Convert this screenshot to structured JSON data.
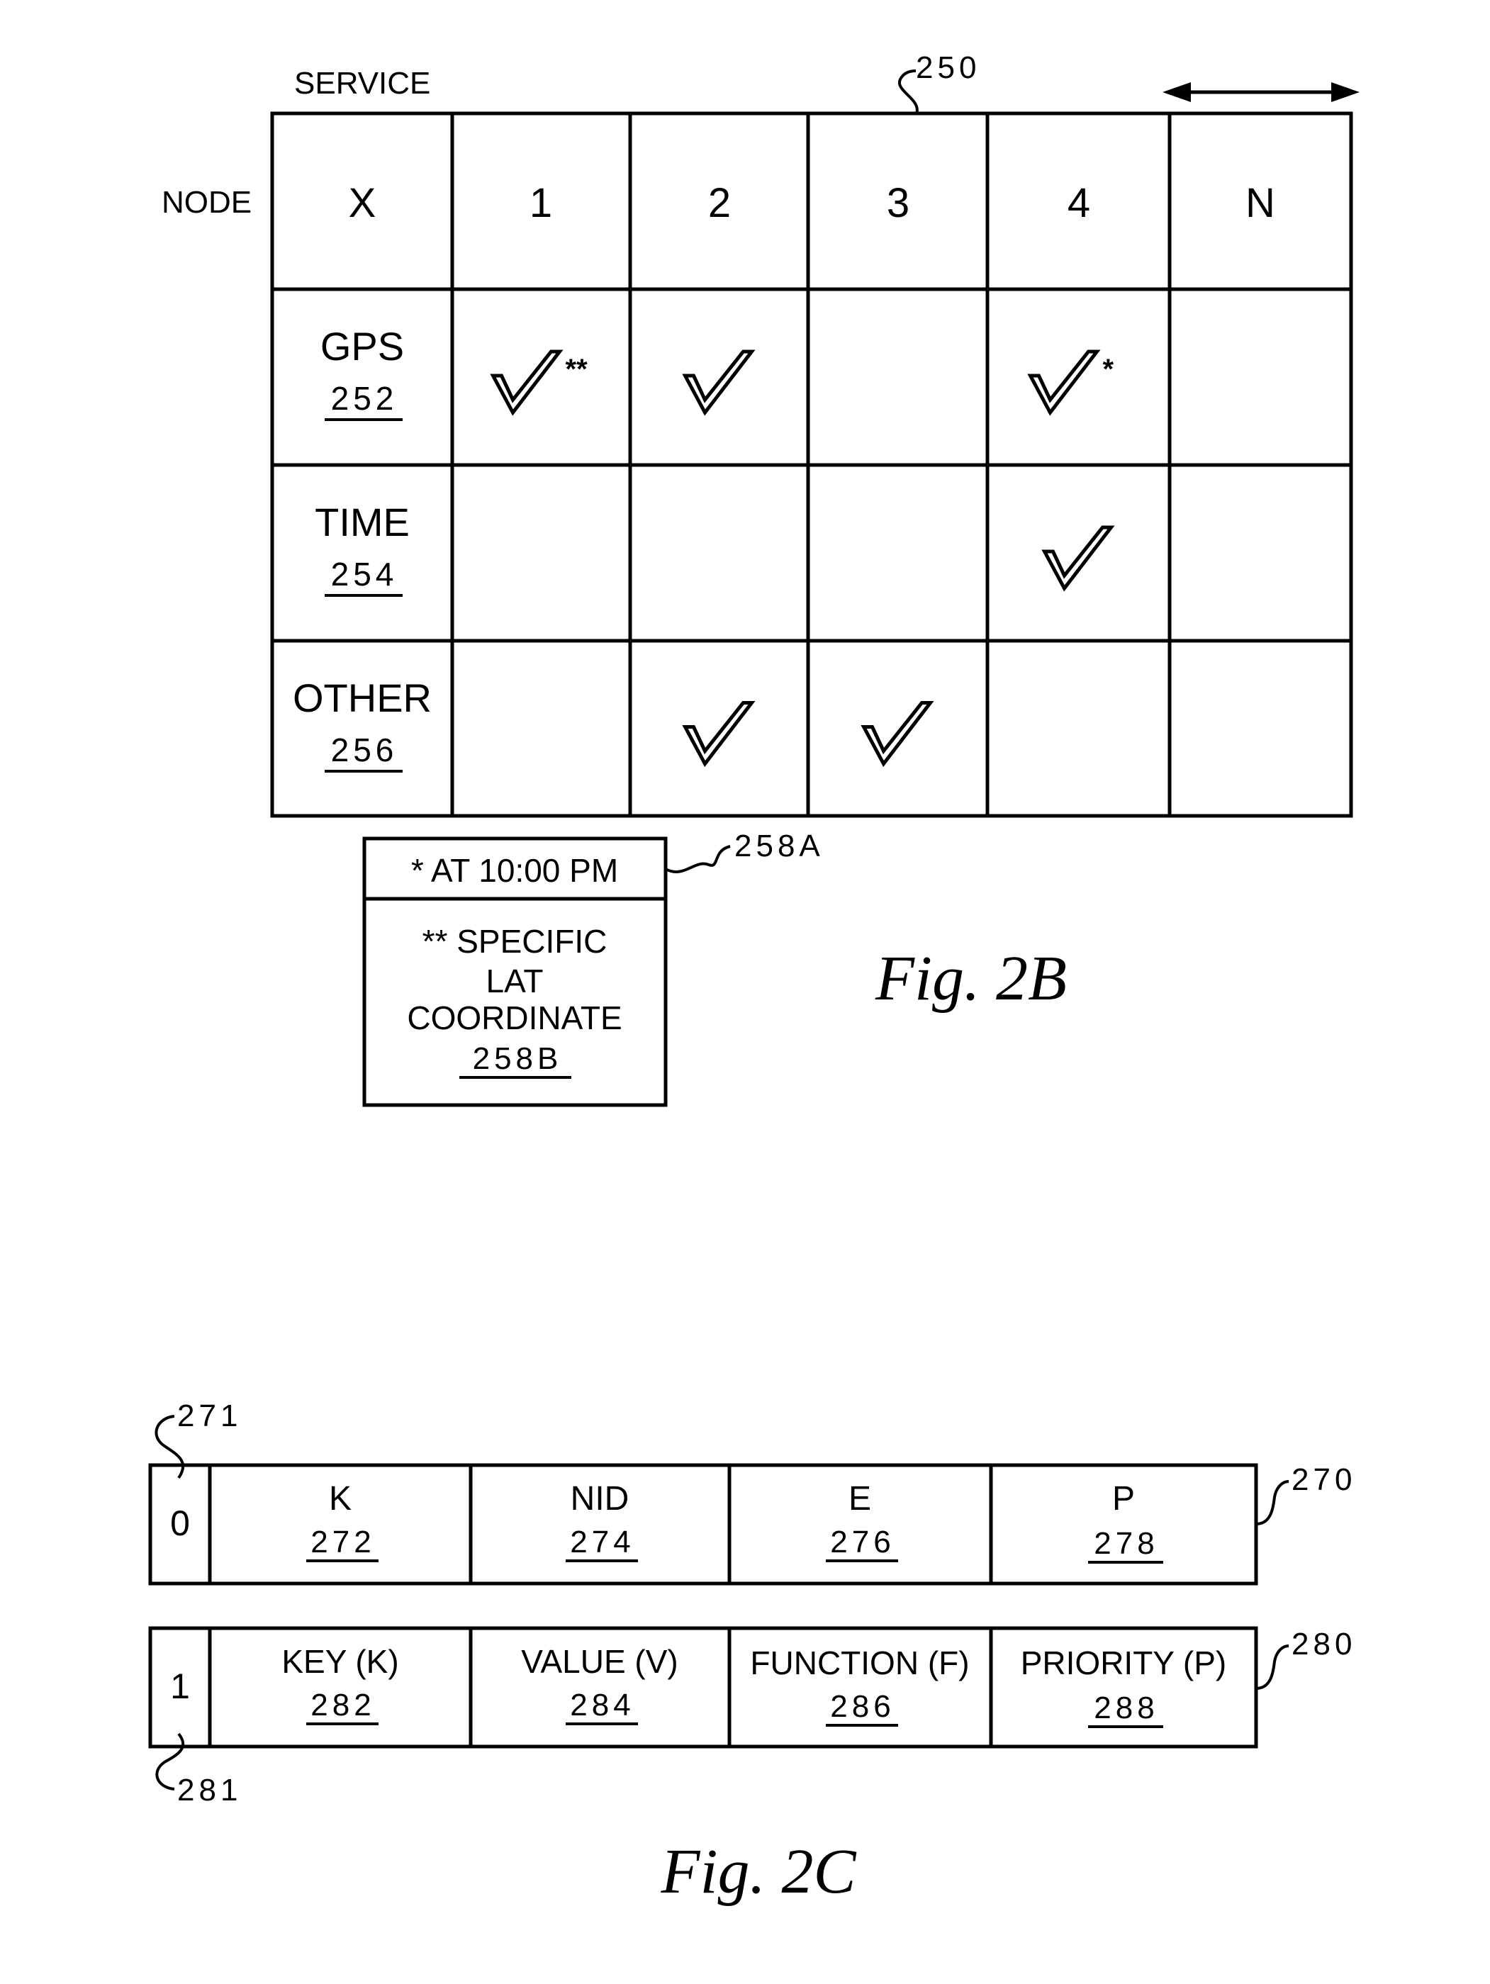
{
  "fig2b": {
    "ref_table": "250",
    "service_label": "SERVICE",
    "node_label": "NODE",
    "header_row": [
      "X",
      "1",
      "2",
      "3",
      "4",
      "N"
    ],
    "rows": [
      {
        "name": "GPS",
        "ref": "252"
      },
      {
        "name": "TIME",
        "ref": "254"
      },
      {
        "name": "OTHER",
        "ref": "256"
      }
    ],
    "checks": [
      {
        "row": 0,
        "col": 1,
        "mark": "**"
      },
      {
        "row": 0,
        "col": 2,
        "mark": ""
      },
      {
        "row": 0,
        "col": 4,
        "mark": "*"
      },
      {
        "row": 1,
        "col": 4,
        "mark": ""
      },
      {
        "row": 2,
        "col": 2,
        "mark": ""
      },
      {
        "row": 2,
        "col": 3,
        "mark": ""
      }
    ],
    "note_a": "* AT 10:00 PM",
    "note_a_ref": "258A",
    "note_b_lines": [
      "** SPECIFIC",
      "LAT",
      "COORDINATE"
    ],
    "note_b_ref": "258B",
    "caption": "Fig.  2B"
  },
  "fig2c": {
    "ref_271": "271",
    "ref_281": "281",
    "record_270": {
      "ref": "270",
      "flag": "0",
      "fields": [
        {
          "name": "K",
          "ref": "272"
        },
        {
          "name": "NID",
          "ref": "274"
        },
        {
          "name": "E",
          "ref": "276"
        },
        {
          "name": "P",
          "ref": "278"
        }
      ]
    },
    "record_280": {
      "ref": "280",
      "flag": "1",
      "fields": [
        {
          "name": "KEY (K)",
          "ref": "282"
        },
        {
          "name": "VALUE (V)",
          "ref": "284"
        },
        {
          "name": "FUNCTION (F)",
          "ref": "286"
        },
        {
          "name": "PRIORITY (P)",
          "ref": "288"
        }
      ]
    },
    "caption": "Fig.  2C"
  },
  "icons": {
    "checkmark": "check-icon",
    "double_arrow": "double-arrow-icon"
  }
}
